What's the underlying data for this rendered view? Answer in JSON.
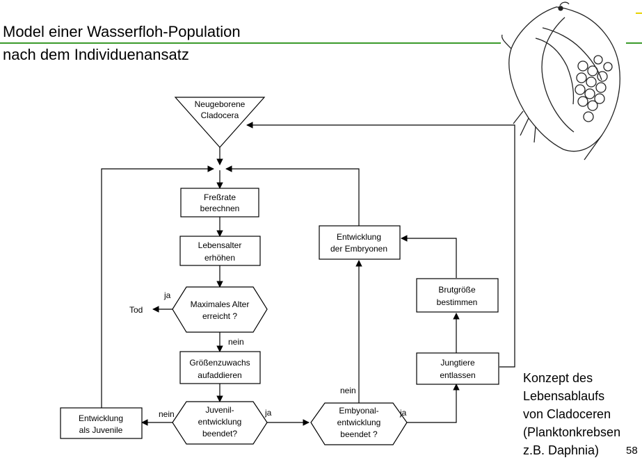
{
  "slide": {
    "title_line1": "Model einer Wasserfloh-Population",
    "title_line2": "nach dem Individuenansatz",
    "caption": [
      "Konzept des",
      "Lebensablaufs",
      "von Cladoceren",
      "(Planktonkrebsen",
      "z.B. Daphnia)"
    ],
    "page_number": "58",
    "accent_color": "#3a9a2a"
  },
  "flowchart": {
    "start": [
      "Neugeborene",
      "Cladocera"
    ],
    "feeding": [
      "Freßrate",
      "berechnen"
    ],
    "age": [
      "Lebensalter",
      "erhöhen"
    ],
    "max_age": [
      "Maximales Alter",
      "erreicht ?"
    ],
    "growth": [
      "Größenzuwachs",
      "aufaddieren"
    ],
    "juvenile_done": [
      "Juvenil-",
      "entwicklung",
      "beendet?"
    ],
    "juvenile": [
      "Entwicklung",
      "als Juvenile"
    ],
    "embryo_done": [
      "Embyonal-",
      "entwicklung",
      "beendet ?"
    ],
    "embryo_dev": [
      "Entwicklung",
      "der Embryonen"
    ],
    "brood": [
      "Brutgröße",
      "bestimmen"
    ],
    "release": [
      "Jungtiere",
      "entlassen"
    ],
    "death": "Tod",
    "yes": "ja",
    "no": "nein",
    "illustration": "daphnia-drawing"
  }
}
